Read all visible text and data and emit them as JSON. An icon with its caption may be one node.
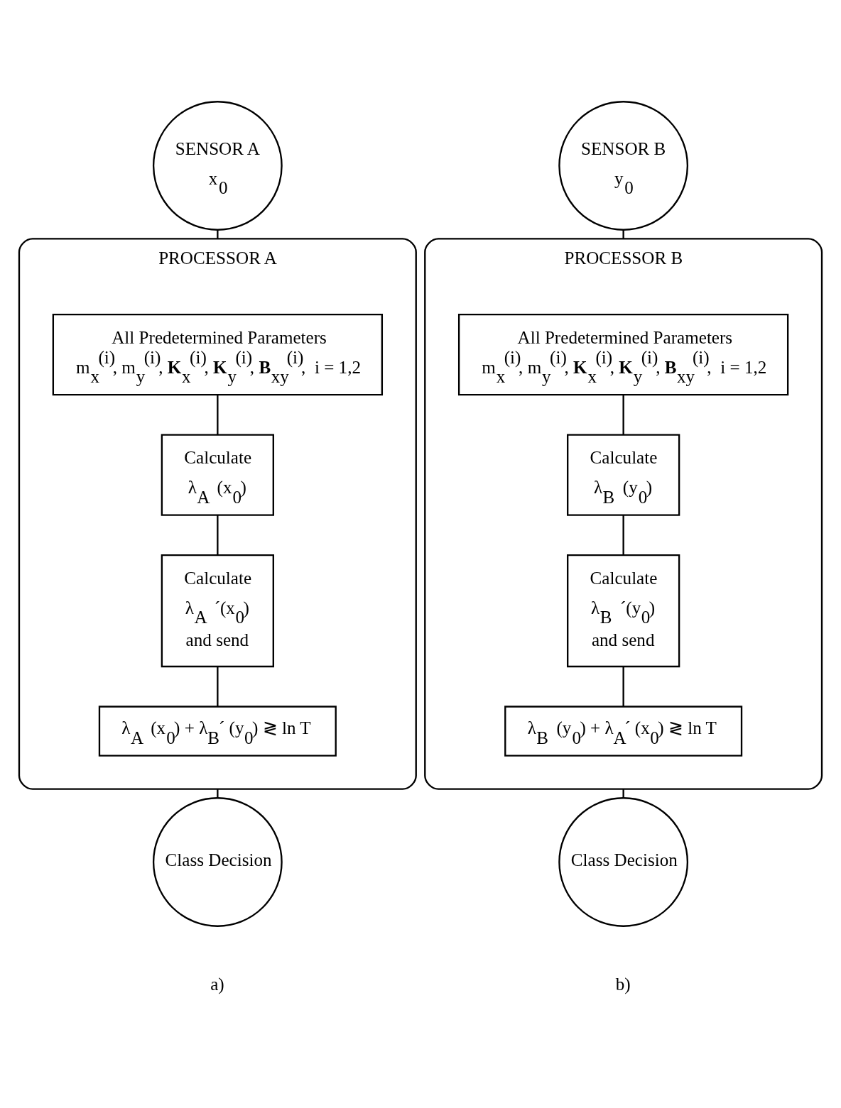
{
  "diagram": {
    "nodes": [
      {
        "text": [
          "SENSOR A",
          "x$_{0}$"
        ]
      },
      {
        "text": [
          "PROCESSOR A"
        ]
      },
      {
        "text": [
          "All Predetermined Parameters",
          "m$_{x}$$^{(i)}$, m$_{y}$$^{(i)}$, **K**$_{x}$$^{(i)}$, **K**$_{y}$$^{(i)}$, **B**$_{xy}$$^{(i)}$,  i = 1,2"
        ],
        "in": 1
      },
      {
        "text": [
          "Calculate",
          "λ$_{A}$ (x$_{0}$)"
        ],
        "in": 1
      },
      {
        "text": [
          "Calculate",
          "λ$_{A}$ ´(x$_{0}$)",
          "and send"
        ],
        "in": 1
      },
      {
        "text": [
          "λ$_{A}$ (x$_{0}$) + λ$_{B}$´ (y$_{0}$) ≷ ln T"
        ],
        "in": 1
      },
      {
        "text": [
          "Class Decision"
        ]
      },
      {
        "text": [
          "SENSOR B",
          "y$_{0}$"
        ]
      },
      {
        "text": [
          "PROCESSOR B"
        ]
      },
      {
        "text": [
          "All Predetermined Parameters",
          "m$_{x}$$^{(i)}$, m$_{y}$$^{(i)}$, **K**$_{x}$$^{(i)}$, **K**$_{y}$$^{(i)}$, **B**$_{xy}$$^{(i)}$,  i = 1,2"
        ],
        "in": 8
      },
      {
        "text": [
          "Calculate",
          "λ$_{B}$ (y$_{0}$)"
        ],
        "in": 8
      },
      {
        "text": [
          "Calculate",
          "λ$_{B}$ ´(y$_{0}$)",
          "and send"
        ],
        "in": 8
      },
      {
        "text": [
          "λ$_{B}$ (y$_{0}$) + λ$_{A}$´ (x$_{0}$) ≷ ln T"
        ],
        "in": 8
      },
      {
        "text": [
          "Class Decision"
        ]
      }
    ],
    "edges": [
      {
        "from": 0,
        "to": 1,
        "arrow": "none"
      },
      {
        "from": 2,
        "to": 3,
        "arrow": "none"
      },
      {
        "from": 3,
        "to": 4,
        "arrow": "none"
      },
      {
        "from": 4,
        "to": 5,
        "arrow": "none"
      },
      {
        "from": 1,
        "to": 6,
        "arrow": "none"
      },
      {
        "from": 7,
        "to": 8,
        "arrow": "none"
      },
      {
        "from": 9,
        "to": 10,
        "arrow": "none"
      },
      {
        "from": 10,
        "to": 11,
        "arrow": "none"
      },
      {
        "from": 11,
        "to": 12,
        "arrow": "none"
      },
      {
        "from": 8,
        "to": 13,
        "arrow": "none"
      }
    ],
    "labels": [
      "a)",
      "b)"
    ]
  }
}
